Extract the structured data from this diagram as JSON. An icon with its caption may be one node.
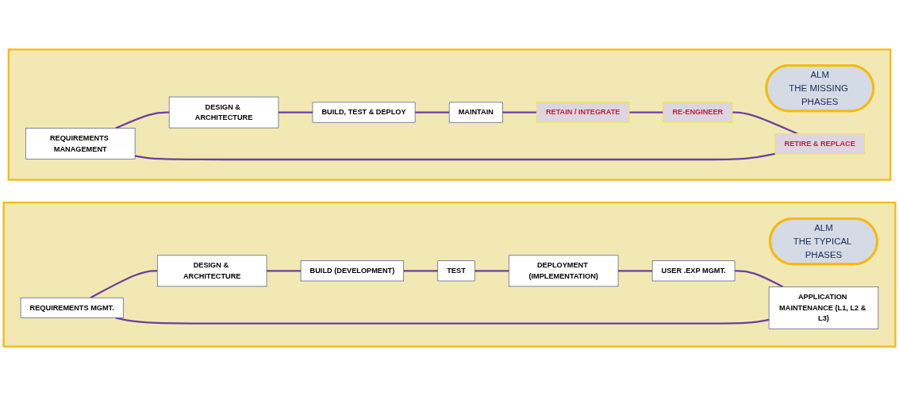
{
  "diagram": {
    "nodes": [
      {
        "text": [],
        "shape": "box"
      },
      {
        "text": [
          "ALM",
          "THE TYPICAL PHASES"
        ],
        "in": 0
      },
      {
        "text": [
          "REQUIREMENTS MGMT."
        ],
        "in": 0
      },
      {
        "text": [
          "DESIGN & ARCHITECTURE"
        ],
        "in": 0
      },
      {
        "text": [
          "BUILD (DEVELOPMENT)"
        ],
        "in": 0
      },
      {
        "text": [
          "TEST"
        ],
        "in": 0
      },
      {
        "text": [
          "DEPLOYMENT (IMPLEMENTATION)"
        ],
        "in": 0
      },
      {
        "text": [
          "USER .EXP MGMT."
        ],
        "in": 0
      },
      {
        "text": [
          "APPLICATION MAINTENANCE (L1, L2 & L3)"
        ],
        "in": 0
      },
      {
        "text": [],
        "shape": "box"
      },
      {
        "text": [
          "ALM",
          "THE MISSING PHASES"
        ],
        "in": 9
      },
      {
        "text": [
          "REQUIREMENTS MANAGEMENT"
        ],
        "in": 9
      },
      {
        "text": [
          "DESIGN & ARCHITECTURE"
        ],
        "in": 9
      },
      {
        "text": [
          "BUILD, TEST & DEPLOY"
        ],
        "in": 9
      },
      {
        "text": [
          "MAINTAIN"
        ],
        "in": 9
      },
      {
        "text": [
          "RETAIN / INTEGRATE"
        ],
        "in": 9
      },
      {
        "text": [
          "RE-ENGINEER"
        ],
        "in": 9
      },
      {
        "text": [
          "RETIRE & REPLACE"
        ],
        "in": 9
      }
    ],
    "edges": [
      {
        "from": 2,
        "to": 3,
        "arrow": "none"
      },
      {
        "from": 3,
        "to": 4,
        "arrow": "none"
      },
      {
        "from": 4,
        "to": 5,
        "arrow": "none"
      },
      {
        "from": 5,
        "to": 6,
        "arrow": "none"
      },
      {
        "from": 6,
        "to": 7,
        "arrow": "none"
      },
      {
        "from": 7,
        "to": 8,
        "arrow": "none"
      },
      {
        "from": 8,
        "to": 2,
        "arrow": "none"
      },
      {
        "from": 11,
        "to": 12,
        "arrow": "none"
      },
      {
        "from": 12,
        "to": 13,
        "arrow": "none"
      },
      {
        "from": 13,
        "to": 14,
        "arrow": "none"
      },
      {
        "from": 14,
        "to": 15,
        "arrow": "none"
      },
      {
        "from": 15,
        "to": 16,
        "arrow": "none"
      },
      {
        "from": 16,
        "to": 17,
        "arrow": "none"
      },
      {
        "from": 17,
        "to": 11,
        "arrow": "none"
      }
    ]
  }
}
